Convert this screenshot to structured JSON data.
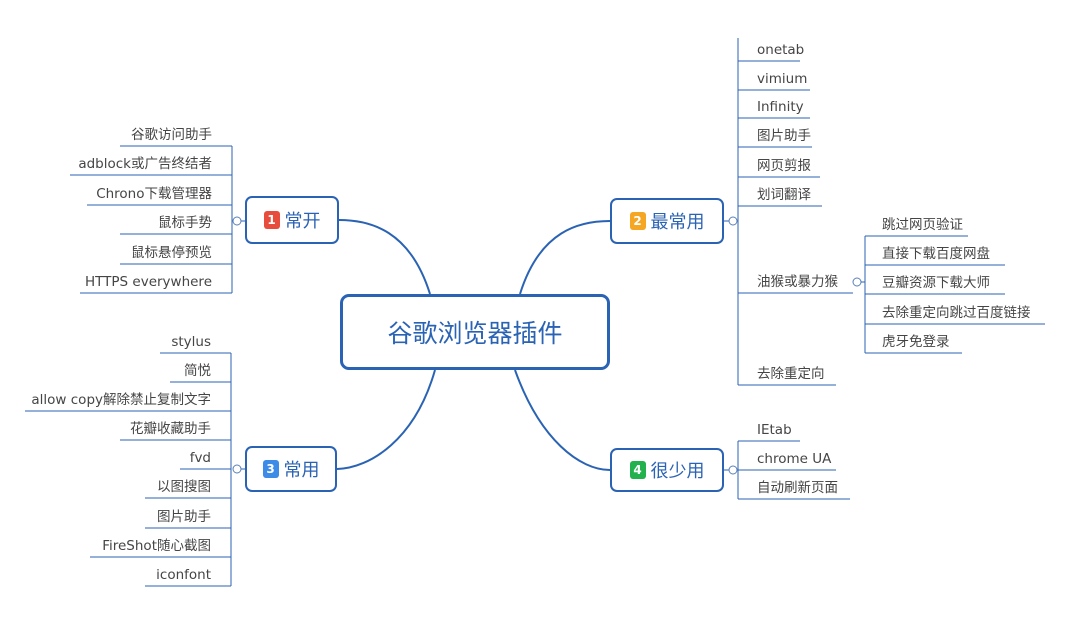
{
  "title": "谷歌浏览器插件",
  "colors": {
    "line": "#2b63b4",
    "priority_1": "#e84c3d",
    "priority_2": "#f5a623",
    "priority_3": "#3c8ce7",
    "priority_4": "#22b14c"
  },
  "branches": [
    {
      "priority": "1",
      "label": "常开",
      "items": [
        "谷歌访问助手",
        "adblock或广告终结者",
        "Chrono下载管理器",
        "鼠标手势",
        "鼠标悬停预览",
        "HTTPS everywhere"
      ]
    },
    {
      "priority": "2",
      "label": "最常用",
      "items": [
        "onetab",
        "vimium",
        "Infinity",
        "图片助手",
        "网页剪报",
        "划词翻译",
        "油猴或暴力猴",
        "去除重定向"
      ],
      "sub_items": [
        "跳过网页验证",
        "直接下载百度网盘",
        "豆瓣资源下载大师",
        "去除重定向跳过百度链接",
        "虎牙免登录"
      ]
    },
    {
      "priority": "3",
      "label": "常用",
      "items": [
        "stylus",
        "简悦",
        "allow copy解除禁止复制文字",
        "花瓣收藏助手",
        "fvd",
        "以图搜图",
        "图片助手",
        "FireShot随心截图",
        "iconfont"
      ]
    },
    {
      "priority": "4",
      "label": "很少用",
      "items": [
        "IEtab",
        "chrome UA",
        "自动刷新页面"
      ]
    }
  ]
}
